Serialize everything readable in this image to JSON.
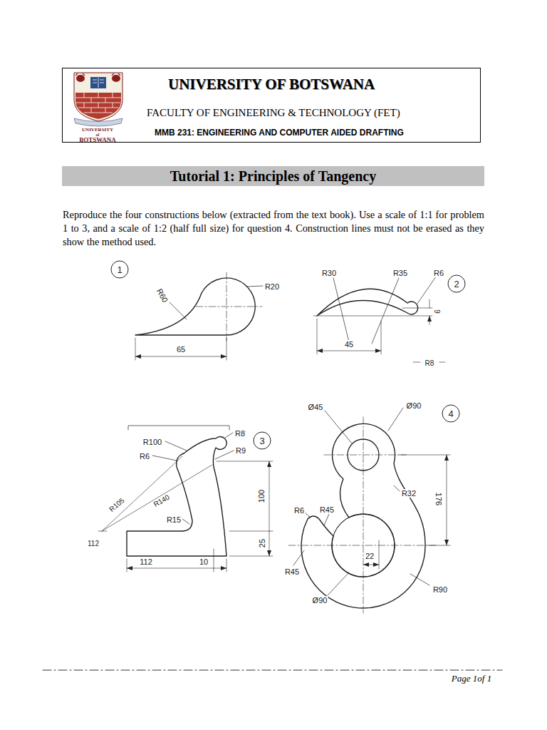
{
  "diagram": {
    "title": "Tutorial 1: Principles of Tangency",
    "nodes": [
      {
        "text": [
          "UNIVERSITY OF BOTSWANA",
          "FACULTY OF ENGINEERING & TECHNOLOGY (FET)",
          "MMB 231: ENGINEERING AND COMPUTER AIDED DRAFTING"
        ]
      },
      {
        "text": [
          "1"
        ]
      },
      {
        "text": [
          "2"
        ]
      },
      {
        "text": [
          "3"
        ]
      },
      {
        "text": [
          "4"
        ]
      }
    ],
    "labels": [
      "UNIVERSITY",
      "of",
      "BOTSWANA",
      "Reproduce the four constructions below (extracted from the text book). Use a scale of 1:1 for problem 1 to 3, and a scale of 1:2 (half full size) for question 4. Construction lines must not be erased as they show the method used.",
      "R60",
      "R20",
      "65",
      "R30",
      "R35",
      "R6",
      "6",
      "45",
      "R8",
      "R100",
      "R6",
      "R8",
      "R9",
      "R105",
      "R140",
      "R15",
      "100",
      "25",
      "112",
      "10",
      "112",
      "Ø45",
      "Ø90",
      "R32",
      "176",
      "R6",
      "R45",
      "R45",
      "22",
      "R90",
      "Ø90",
      "Page 1of 1"
    ]
  }
}
